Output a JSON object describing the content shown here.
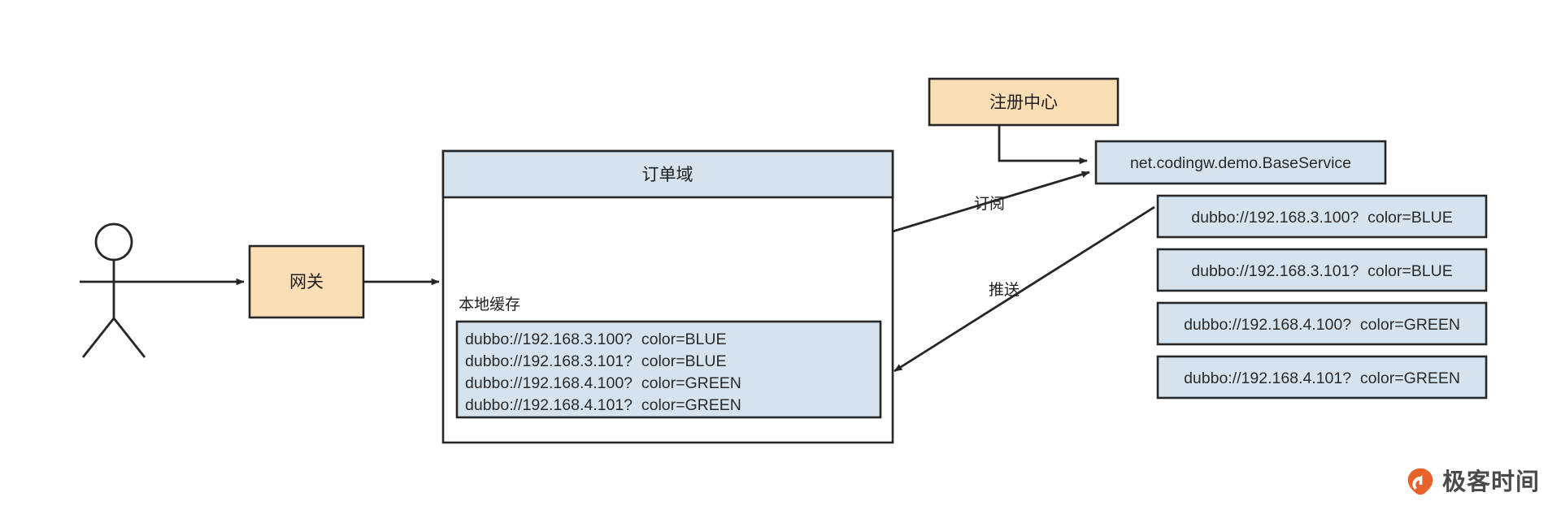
{
  "diagram": {
    "title": "Dubbo service registry subscription and push flow",
    "background_color": "#ffffff",
    "stroke_color": "#262626",
    "fill_orange": "#fbdeb4",
    "fill_blue": "#d4e3ee",
    "actor": {
      "name": "user-actor",
      "label": ""
    },
    "gateway": {
      "label": "网关",
      "fill": "#fbdeb4"
    },
    "order_domain": {
      "header_label": "订单域",
      "header_fill": "#d4e3ee",
      "body_fill": "#ffffff",
      "cache_title": "本地缓存",
      "cache_fill": "#d4e3ee",
      "cache_entries": [
        "dubbo://192.168.3.100?  color=BLUE",
        "dubbo://192.168.3.101?  color=BLUE",
        "dubbo://192.168.4.100?  color=GREEN",
        "dubbo://192.168.4.101?  color=GREEN"
      ]
    },
    "registry": {
      "label": "注册中心",
      "fill": "#fbdeb4"
    },
    "service": {
      "label": "net.codingw.demo.BaseService",
      "fill": "#d4e3ee"
    },
    "providers": [
      "dubbo://192.168.3.100?  color=BLUE",
      "dubbo://192.168.3.101?  color=BLUE",
      "dubbo://192.168.4.100?  color=GREEN",
      "dubbo://192.168.4.101?  color=GREEN"
    ],
    "edges": [
      {
        "name": "actor-to-gateway",
        "label": ""
      },
      {
        "name": "gateway-to-order-domain",
        "label": ""
      },
      {
        "name": "registry-to-service",
        "label": ""
      },
      {
        "name": "order-domain-to-service",
        "label": "订阅"
      },
      {
        "name": "service-to-order-domain",
        "label": "推送"
      }
    ]
  },
  "watermark": {
    "brand": "极客时间",
    "mark_color": "#e8622c"
  }
}
